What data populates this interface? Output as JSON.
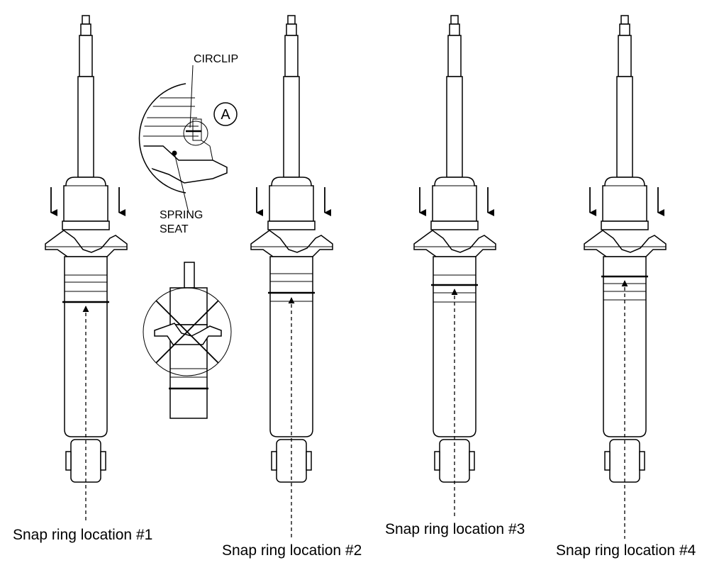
{
  "labels": {
    "circlip": "CIRCLIP",
    "detail_marker": "A",
    "spring_seat_line1": "SPRING",
    "spring_seat_line2": "SEAT"
  },
  "locations": [
    {
      "caption": "Snap ring location #1"
    },
    {
      "caption": "Snap ring location #2"
    },
    {
      "caption": "Snap ring location #3"
    },
    {
      "caption": "Snap ring location #4"
    }
  ]
}
